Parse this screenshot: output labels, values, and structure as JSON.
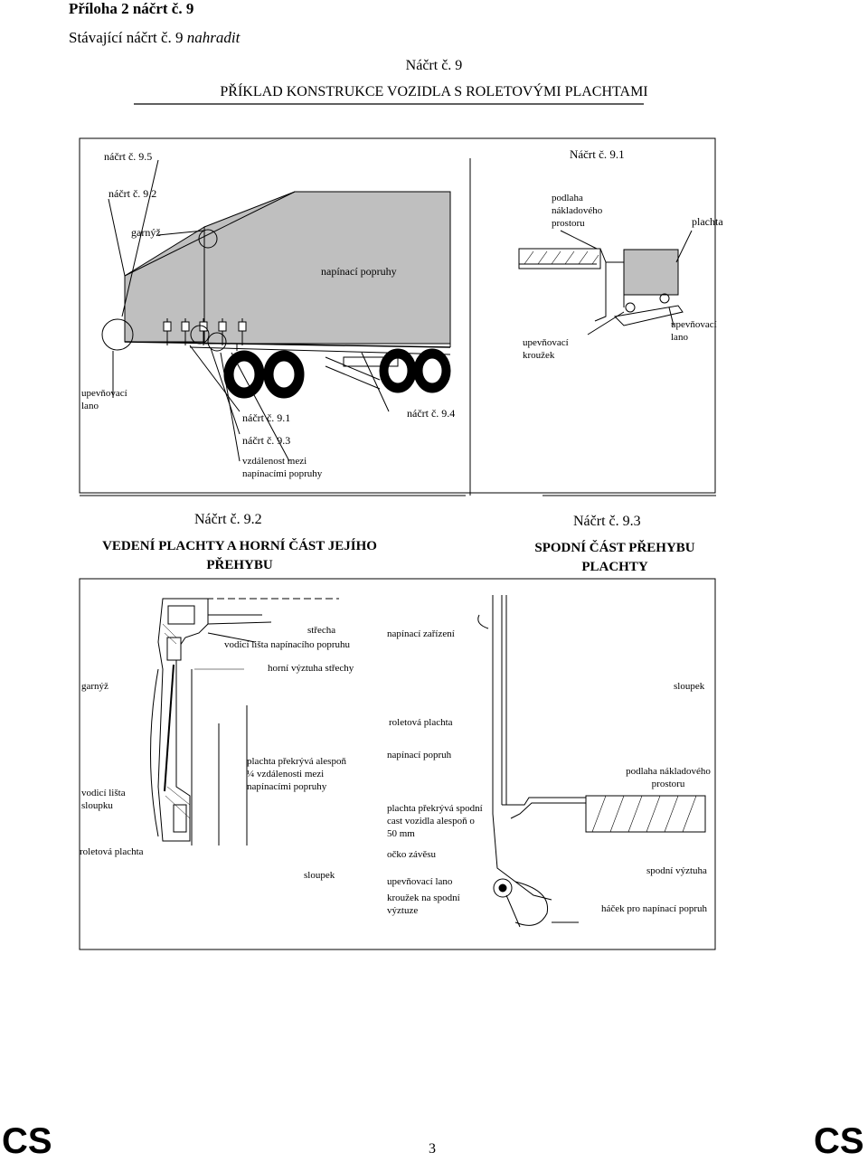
{
  "header": {
    "annex": "Příloha 2 náčrt č. 9",
    "replace_prefix": "Stávající náčrt č. 9",
    "replace_suffix": "nahradit"
  },
  "sketch_no": "Náčrt č. 9",
  "title": "PŘÍKLAD KONSTRUKCE VOZIDLA S ROLETOVÝMI PLACHTAMI",
  "top_panel": {
    "ref_95": "náčrt č. 9.5",
    "ref_92": "náčrt č. 9.2",
    "garnyz": "garnýž",
    "napinaci_popruhy": "napínací popruhy",
    "upevnovaci_lano_left": "upevňovací lano",
    "ref_91": "náčrt č. 9.1",
    "ref_94": "náčrt č. 9.4",
    "ref_93": "náčrt č. 9.3",
    "vzdalenost": "vzdálenost mezi napínacími popruhy",
    "sketch_91": "Náčrt č. 9.1",
    "podlaha": "podlaha nákladového prostoru",
    "plachta": "plachta",
    "upevnovaci_krouzek": "upevňovací kroužek",
    "upevnovaci_lano_right": "upevňovací lano"
  },
  "section_92": {
    "label": "Náčrt č. 9.2",
    "title": "VEDENÍ PLACHTY A HORNÍ ČÁST JEJÍHO PŘEHYBU"
  },
  "section_93": {
    "label": "Náčrt č. 9.3",
    "title": "SPODNÍ ČÁST PŘEHYBU PLACHTY"
  },
  "bottom_panel": {
    "strecha": "střecha",
    "vodici_lista_popruhu": "vodicí lišta napínacího popruhu",
    "napinaci_zarizeni": "napínací zařízení",
    "horni_vyztuha": "horní výztuha střechy",
    "garnyz": "garnýž",
    "sloupek_right": "sloupek",
    "roletova_plachta_mid": "roletová plachta",
    "plachta_prekryva_1": "plachta překrývá alespoň ¼ vzdálenosti mezi napínacími popruhy",
    "napinaci_popruh": "napínací popruh",
    "podlaha": "podlaha nákladového prostoru",
    "vodici_lista_sloupku": "vodicí lišta sloupku",
    "plachta_prekryva_2": "plachta překrývá spodní cast vozidla alespoň o 50 mm",
    "roletova_plachta_left": "roletová plachta",
    "ocko_zavesu": "očko závěsu",
    "sloupek_mid": "sloupek",
    "spodni_vyztuha": "spodní výztuha",
    "upevnovaci_lano": "upevňovací lano",
    "krouzek": "kroužek na spodní výztuze",
    "hacek": "háček pro napínací popruh"
  },
  "footer": {
    "left_mark": "CS",
    "page": "3",
    "right_mark": "CS"
  }
}
